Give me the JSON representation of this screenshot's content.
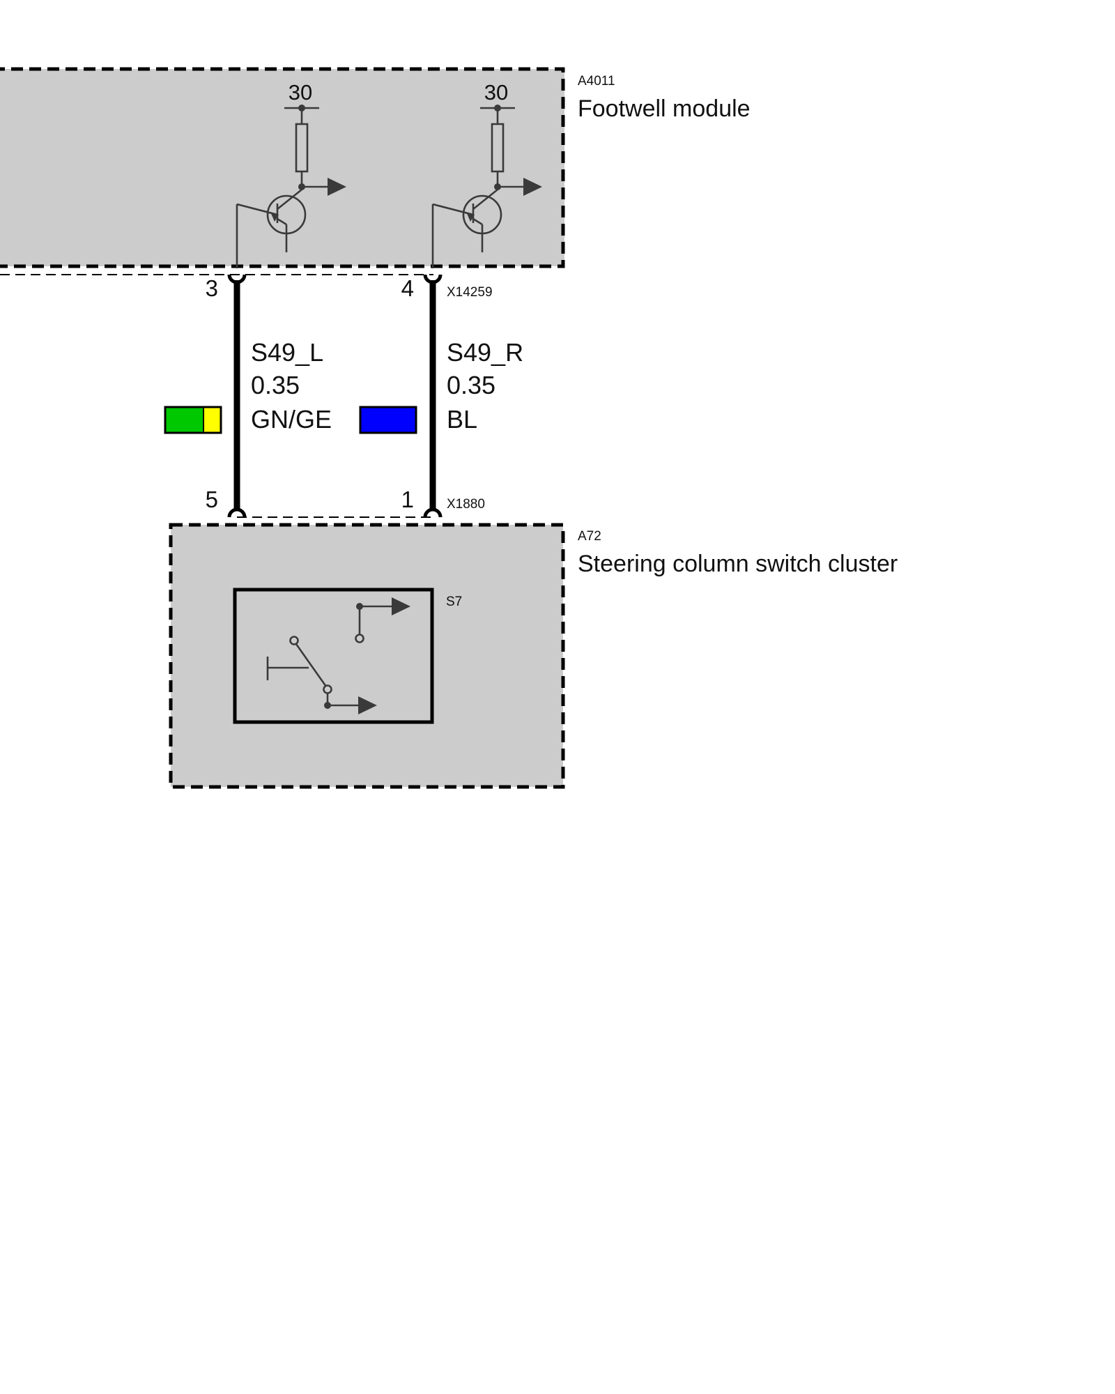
{
  "colors": {
    "module_fill": "#cccccc",
    "border": "#000000",
    "symbol": "#3a3a3a",
    "green": "#00c800",
    "yellow": "#ffff00",
    "blue": "#0000ff"
  },
  "modules": {
    "footwell": {
      "code": "A4011",
      "name": "Footwell module"
    },
    "steering": {
      "code": "A72",
      "name": "Steering column switch cluster",
      "switch_code": "S7"
    }
  },
  "supply": {
    "left": "30",
    "right": "30"
  },
  "connectors": {
    "top": "X14259",
    "bottom": "X1880"
  },
  "pins": {
    "left_top": "3",
    "right_top": "4",
    "left_bottom": "5",
    "right_bottom": "1"
  },
  "wires": {
    "left": {
      "signal": "S49_L",
      "size": "0.35",
      "color_code": "GN/GE",
      "colors": [
        "green",
        "yellow"
      ]
    },
    "right": {
      "signal": "S49_R",
      "size": "0.35",
      "color_code": "BL",
      "colors": [
        "blue"
      ]
    }
  }
}
